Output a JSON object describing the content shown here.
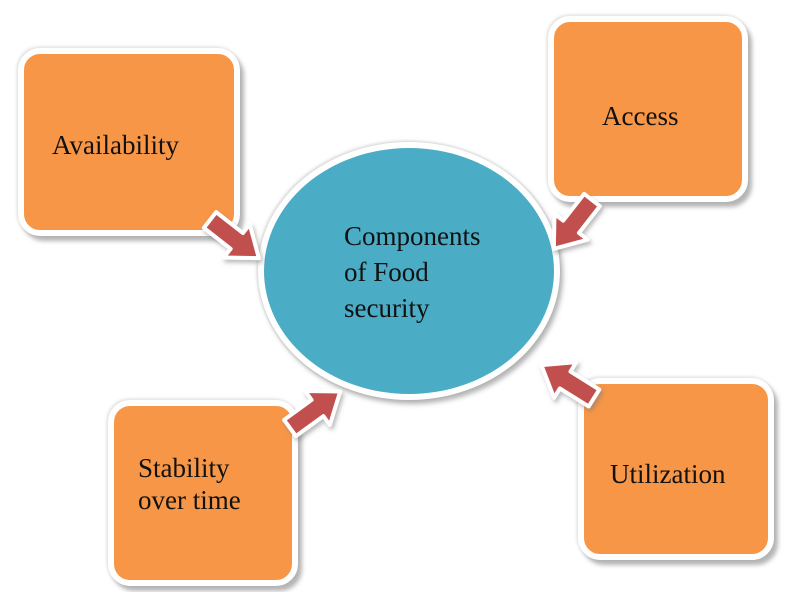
{
  "diagram": {
    "center": {
      "label": "Components\nof Food\nsecurity"
    },
    "nodes": [
      {
        "id": "availability",
        "label": "Availability"
      },
      {
        "id": "access",
        "label": "Access"
      },
      {
        "id": "stability",
        "label": "Stability\nover time"
      },
      {
        "id": "utilization",
        "label": "Utilization"
      }
    ],
    "edges": [
      {
        "from": "availability",
        "to": "center"
      },
      {
        "from": "access",
        "to": "center"
      },
      {
        "from": "stability",
        "to": "center"
      },
      {
        "from": "utilization",
        "to": "center"
      }
    ]
  },
  "colors": {
    "box_fill": "#f79646",
    "circle_fill": "#4bacc6",
    "arrow_fill": "#c0504d",
    "border": "#ffffff"
  }
}
